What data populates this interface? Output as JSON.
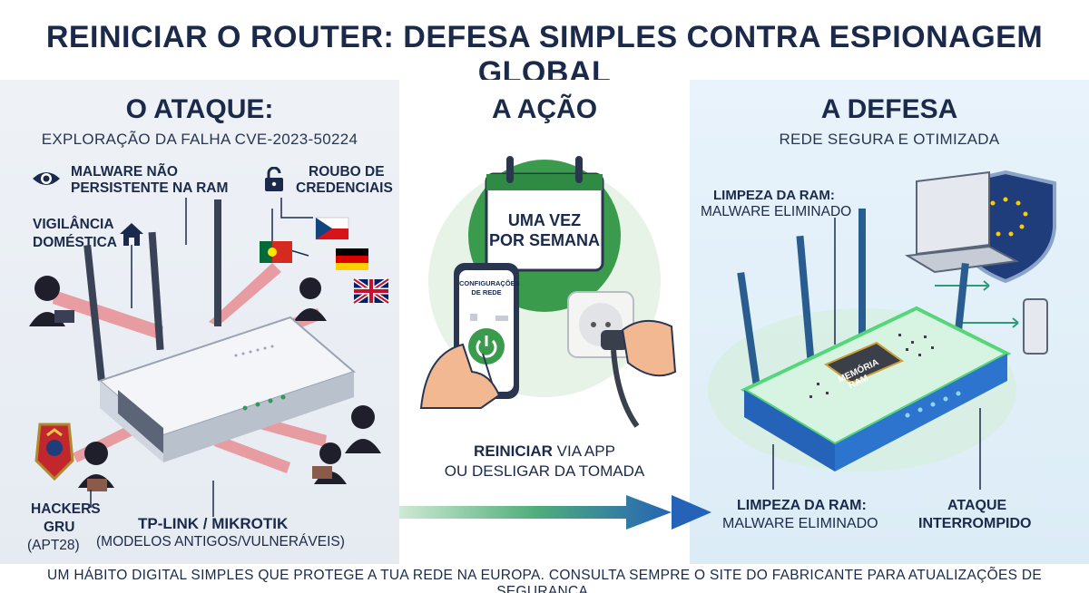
{
  "title": "REINICIAR O ROUTER: DEFESA SIMPLES CONTRA ESPIONAGEM GLOBAL",
  "attack": {
    "heading": "O ATAQUE:",
    "subheading": "EXPLORAÇÃO DA FALHA CVE-2023-50224",
    "malware_label_1": "MALWARE NÃO",
    "malware_label_2": "PERSISTENTE NA RAM",
    "credentials_label_1": "ROUBO DE",
    "credentials_label_2": "CREDENCIAIS",
    "surveillance_label_1": "VIGILÂNCIA",
    "surveillance_label_2": "DOMÉSTICA",
    "hackers_label_1": "HACKERS",
    "hackers_label_2": "GRU",
    "hackers_label_3": "(APT28)",
    "router_label_1": "TP-LINK / MIKROTIK",
    "router_label_2": "(MODELOS ANTIGOS/VULNERÁVEIS)"
  },
  "action": {
    "heading": "A AÇÃO",
    "calendar_line_1": "UMA VEZ",
    "calendar_line_2": "POR SEMANA",
    "phone_label_1": "CONFIGURAÇÕES",
    "phone_label_2": "DE REDE",
    "caption_bold": "REINICIAR",
    "caption_rest": " VIA APP",
    "caption_line_2": "OU DESLIGAR DA TOMADA"
  },
  "defense": {
    "heading": "A DEFESA",
    "subheading": "REDE SEGURA E OTIMIZADA",
    "top_label_1": "LIMPEZA DA RAM:",
    "top_label_2": "MALWARE ELIMINADO",
    "chip_label_1": "MEMÓRIA",
    "chip_label_2": "RAM",
    "bottom_label_1": "LIMPEZA DA RAM:",
    "bottom_label_2": "MALWARE ELIMINADO",
    "attack_label_1": "ATAQUE",
    "attack_label_2": "INTERROMPIDO"
  },
  "footer": "UM HÁBITO DIGITAL SIMPLES QUE PROTEGE A TUA REDE NA EUROPA. CONSULTA SEMPRE O SITE DO FABRICANTE PARA ATUALIZAÇÕES DE SEGURANÇA.",
  "colors": {
    "navy": "#1b2a4a",
    "attack_red": "#d9343a",
    "action_green": "#3a9b4c",
    "defense_blue": "#2563b8",
    "glow_green": "#55d67a"
  },
  "icons": [
    "eye-icon",
    "lock-icon",
    "house-icon",
    "flag-portugal",
    "flag-czech",
    "flag-germany",
    "flag-uk",
    "gru-emblem",
    "calendar-icon",
    "power-icon",
    "plug-icon",
    "eu-shield",
    "laptop-icon",
    "phone-icon"
  ]
}
